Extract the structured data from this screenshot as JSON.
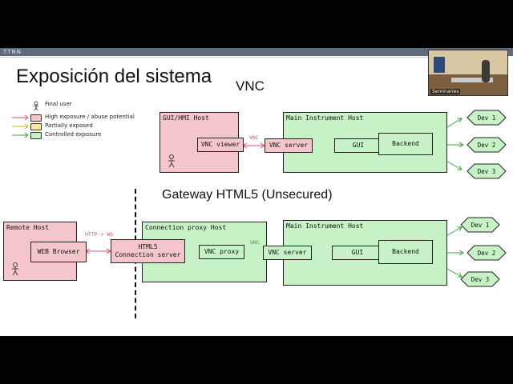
{
  "header": {
    "logo_text": "TTNN"
  },
  "slide": {
    "title": "Exposición del sistema",
    "subtitle": "VNC",
    "section_title": "Gateway HTML5 (Unsecured)"
  },
  "legend": {
    "final_user": "Final user",
    "high": "High exposure / abuse potential",
    "partial": "Partially exposed",
    "controlled": "Controlled exposure"
  },
  "colors": {
    "high": "#f4c6cc",
    "partial": "#f6eb9a",
    "controlled": "#c7f2c5",
    "pink_edge": "#d8536a",
    "green_edge": "#3f9e3f",
    "yellow_edge": "#c9b92a"
  },
  "vnc_diagram": {
    "gui_host": {
      "label": "GUI/HMI Host",
      "viewer": "VNC viewer"
    },
    "link_label": "VNC",
    "main_host": {
      "label": "Main Instrument Host",
      "server": "VNC server",
      "gui": "GUI",
      "backend": "Backend"
    },
    "devices": [
      "Dev 1",
      "Dev 2",
      "Dev 3"
    ]
  },
  "gateway_diagram": {
    "remote_host": {
      "label": "Remote Host",
      "browser": "WEB Browser"
    },
    "http_label": "HTTP + WS",
    "html5_server": "HTML5\nConnection server",
    "proxy_host": {
      "label": "Connection proxy Host",
      "proxy": "VNC proxy"
    },
    "link_label": "VNC",
    "main_host": {
      "label": "Main Instrument Host",
      "server": "VNC server",
      "gui": "GUI",
      "backend": "Backend"
    },
    "devices": [
      "Dev 1",
      "Dev 2",
      "Dev 3"
    ]
  },
  "webcam": {
    "caption": "Seminaries"
  }
}
